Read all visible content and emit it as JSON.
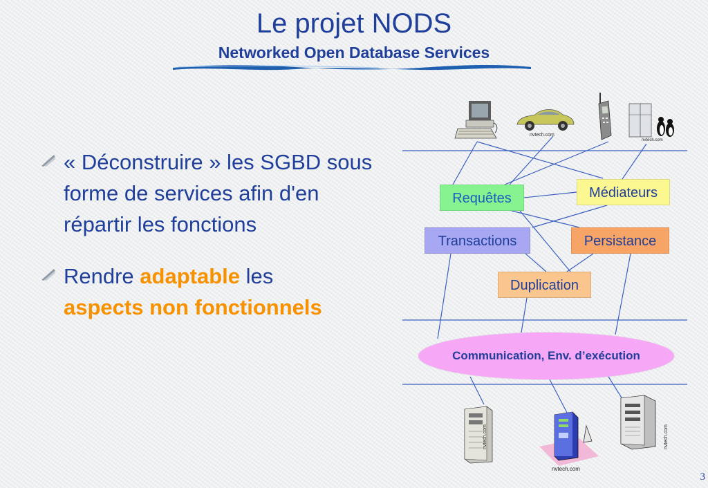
{
  "slide": {
    "title": "Le projet NODS",
    "subtitle": "Networked Open Database Services",
    "page_number": "3"
  },
  "bullets": [
    {
      "text": "« Déconstruire » les SGBD sous forme de services afin d'en répartir les fonctions"
    },
    {
      "prefix": "Rendre ",
      "highlight1": "adaptable",
      "middle": " les",
      "highlight2": "aspects non fonctionnels"
    }
  ],
  "diagram": {
    "boxes": {
      "requetes": "Requêtes",
      "mediateurs": "Médiateurs",
      "transactions": "Transactions",
      "persistance": "Persistance",
      "duplication": "Duplication"
    },
    "communication": "Communication, Env. d’exécution",
    "clipart_credits": {
      "car": "nvtech.com",
      "fridge": "nvtech.com",
      "server_left": "nvtech.com",
      "server_mid": "nvtech.com",
      "server_right": "nvtech.com"
    }
  },
  "colors": {
    "title_blue": "#1f3f9a",
    "highlight_orange": "#f79100",
    "requetes_bg": "#86f290",
    "mediateurs_bg": "#fbf791",
    "transactions_bg": "#a7a7f2",
    "persistance_bg": "#f7a467",
    "duplication_bg": "#fbc58e",
    "communication_bg": "#f6a8f6"
  }
}
